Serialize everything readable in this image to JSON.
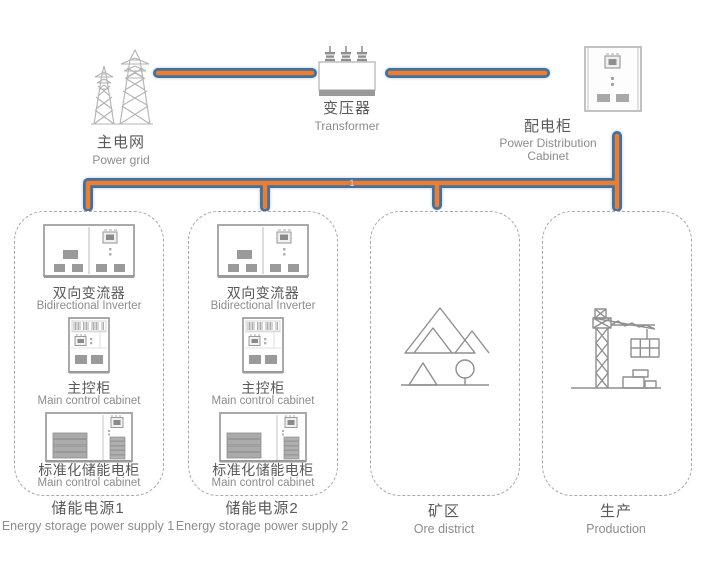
{
  "palette": {
    "connector_blue": "#41719C",
    "connector_orange": "#ED7D31",
    "icon_gray": "#9b9b9b",
    "icon_light_gray": "#b3b3b3",
    "label_dark": "#595959",
    "label_light": "#8c8c8c",
    "dashed_border": "#a9a9a9"
  },
  "nodes": {
    "power_grid": {
      "zh": "主电网",
      "en": "Power grid"
    },
    "transformer": {
      "zh": "变压器",
      "en": "Transformer"
    },
    "distribution_cabinet": {
      "zh": "配电柜",
      "en_line1": "Power Distribution",
      "en_line2": "Cabinet"
    }
  },
  "bus": {
    "marker": "1"
  },
  "groups": [
    {
      "title_zh": "储能电源1",
      "title_en": "Energy storage power supply 1",
      "items": [
        {
          "zh": "双向变流器",
          "en": "Bidirectional Inverter"
        },
        {
          "zh": "主控柜",
          "en": "Main control cabinet"
        },
        {
          "zh": "标准化储能电柜",
          "en": "Main control cabinet"
        }
      ]
    },
    {
      "title_zh": "储能电源2",
      "title_en": "Energy storage power supply 2",
      "items": [
        {
          "zh": "双向变流器",
          "en": "Bidirectional Inverter"
        },
        {
          "zh": "主控柜",
          "en": "Main control cabinet"
        },
        {
          "zh": "标准化储能电柜",
          "en": "Main control cabinet"
        }
      ]
    },
    {
      "title_zh": "矿区",
      "title_en": "Ore district"
    },
    {
      "title_zh": "生产",
      "title_en": "Production"
    }
  ]
}
